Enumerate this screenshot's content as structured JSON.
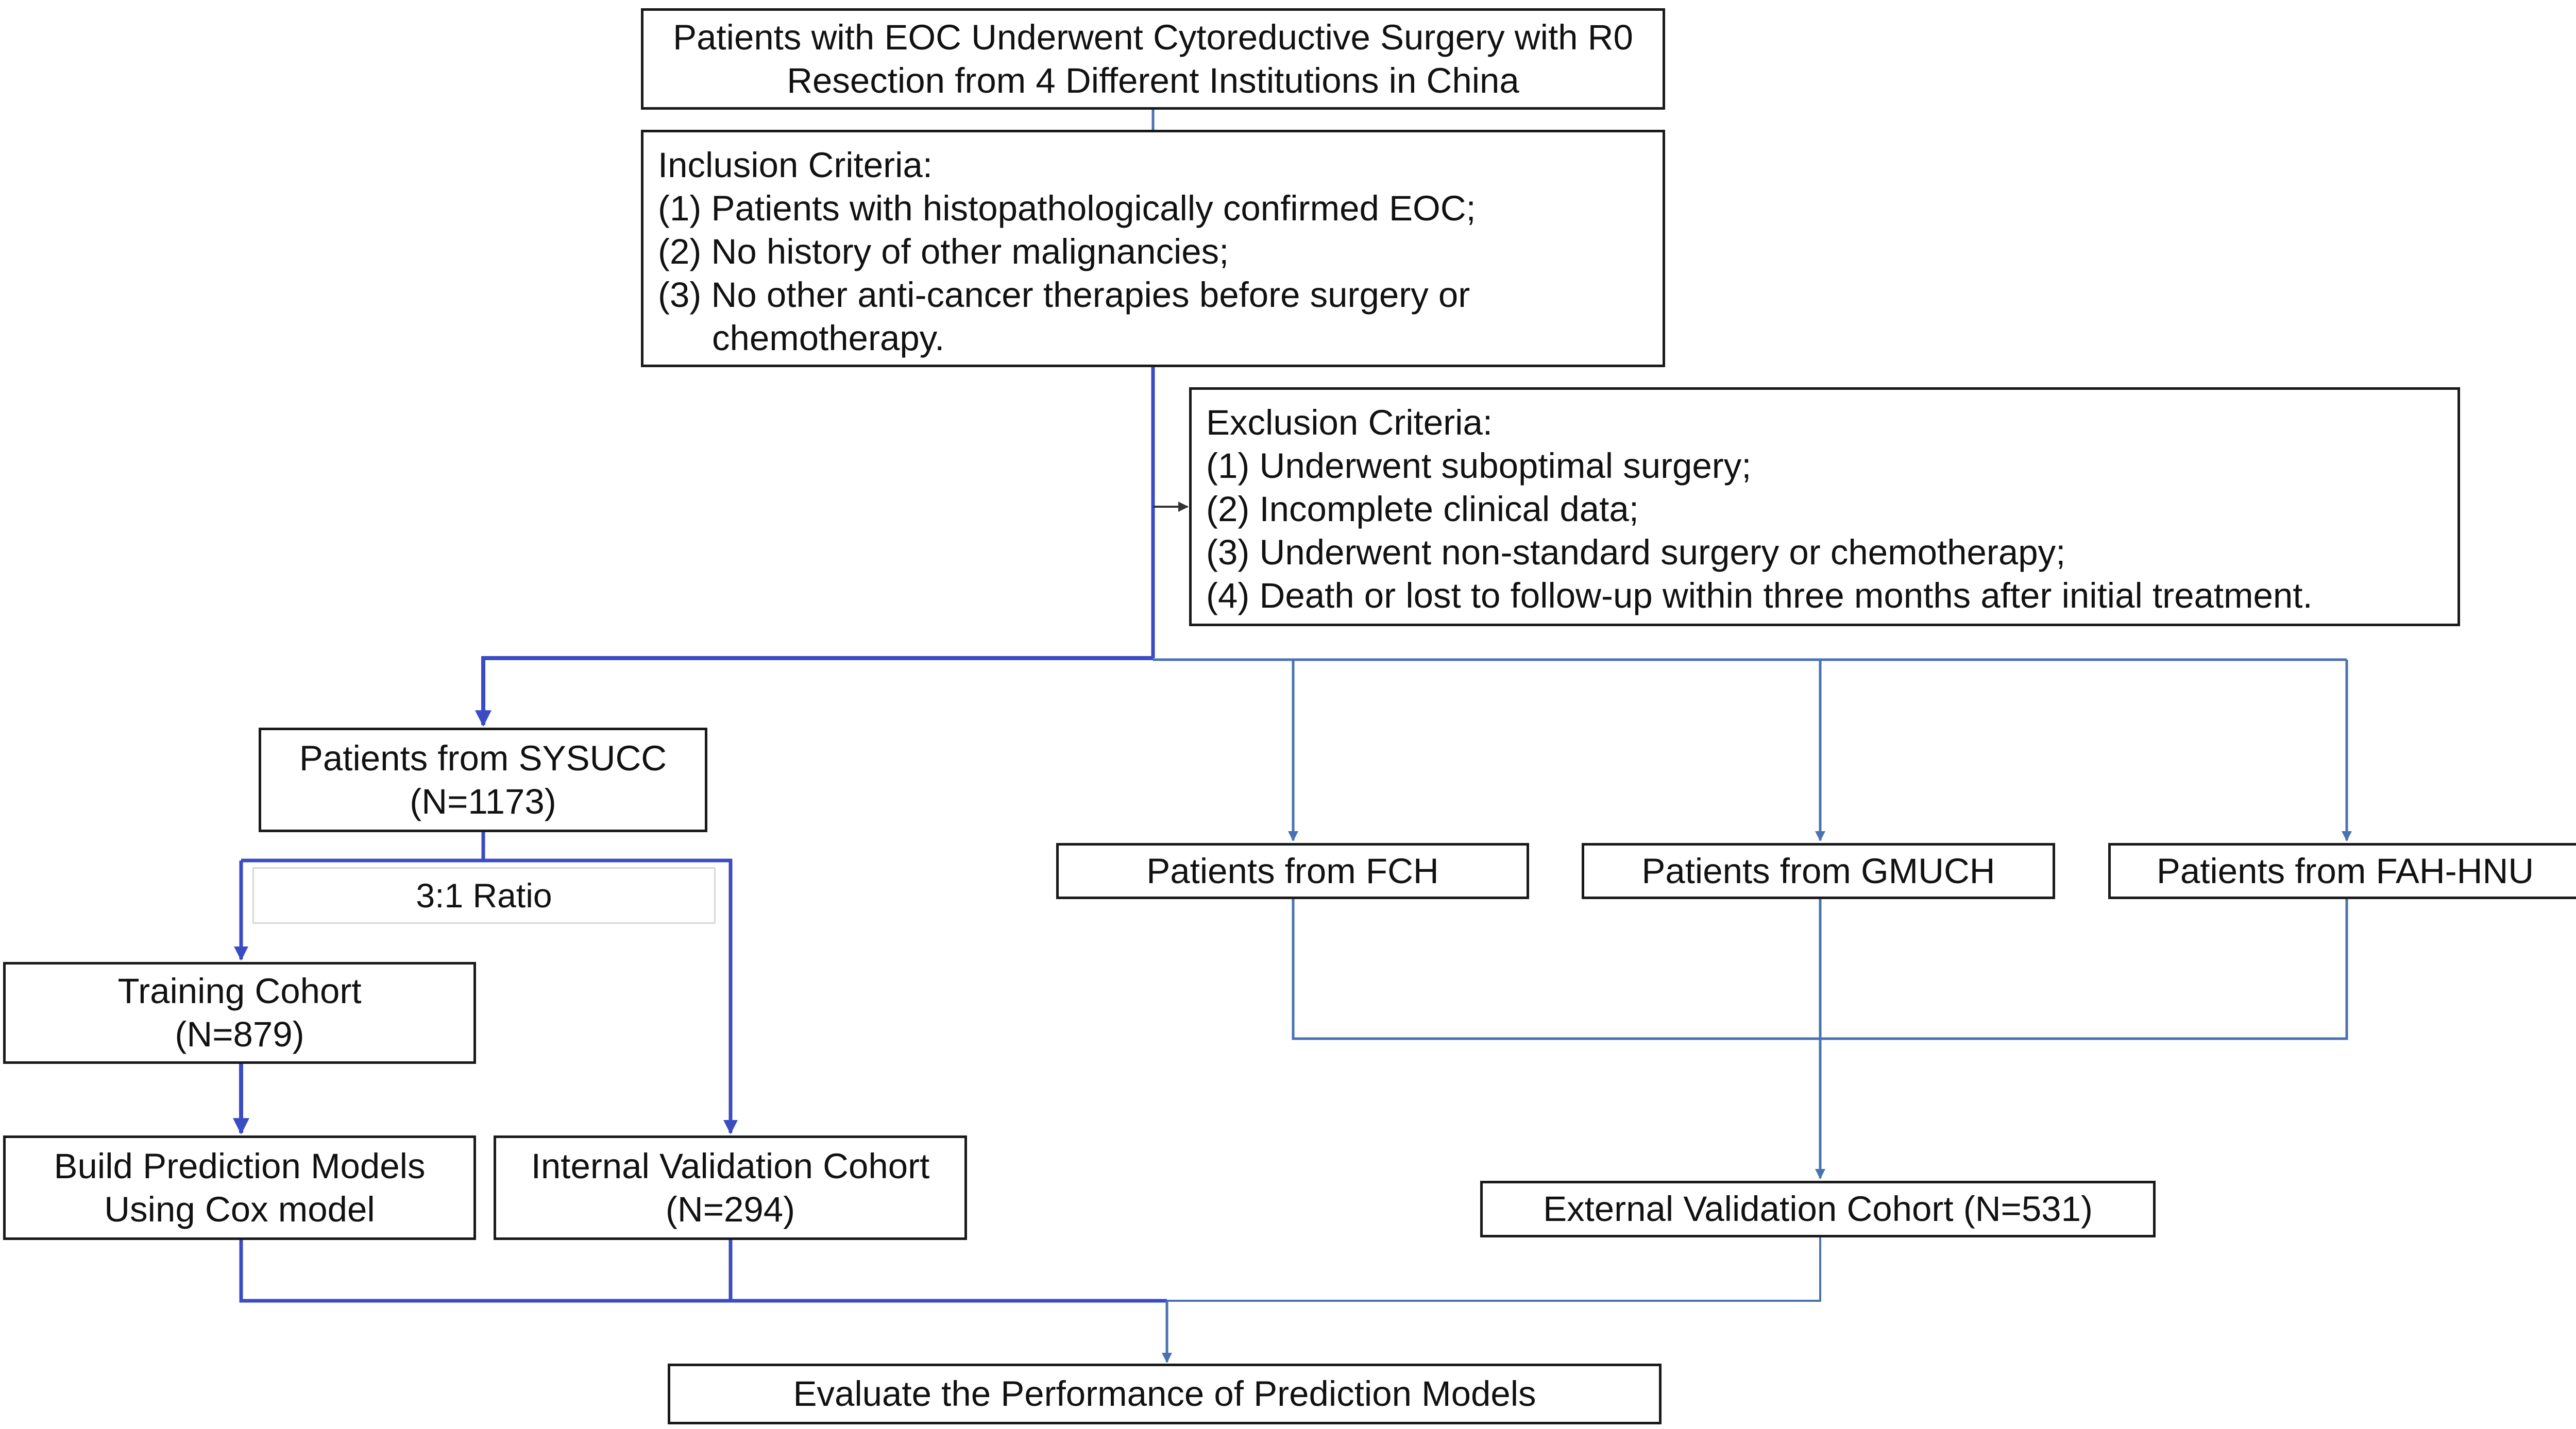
{
  "boxes": {
    "start": {
      "lines": [
        "Patients with EOC Underwent Cytoreductive Surgery with R0",
        "Resection from 4 Different Institutions in China"
      ]
    },
    "inclusion": {
      "title": "Inclusion Criteria:",
      "items": [
        "(1) Patients with histopathologically confirmed EOC;",
        "(2) No history of other malignancies;",
        "(3) No other anti-cancer therapies before surgery or"
      ],
      "continuation": "chemotherapy."
    },
    "exclusion": {
      "title": "Exclusion Criteria:",
      "items": [
        "(1) Underwent suboptimal surgery;",
        "(2) Incomplete clinical data;",
        "(3) Underwent non-standard surgery or chemotherapy;",
        "(4) Death or lost to follow-up within three months after initial treatment."
      ]
    },
    "sysucc": {
      "lines": [
        "Patients from SYSUCC",
        "(N=1173)"
      ]
    },
    "ratio": {
      "label": "3:1 Ratio"
    },
    "training": {
      "lines": [
        "Training Cohort",
        "(N=879)"
      ]
    },
    "build": {
      "lines": [
        "Build Prediction Models",
        "Using Cox model"
      ]
    },
    "internal": {
      "lines": [
        "Internal Validation Cohort",
        "(N=294)"
      ]
    },
    "fch": {
      "label": "Patients from FCH"
    },
    "gmuch": {
      "label": "Patients from GMUCH"
    },
    "fahhnu": {
      "label": "Patients from FAH-HNU"
    },
    "external": {
      "label": "External Validation Cohort (N=531)"
    },
    "evaluate": {
      "label": "Evaluate the Performance of Prediction Models"
    }
  },
  "colors": {
    "dark_arrow": "#3a4bc4",
    "light_arrow": "#4a72b0",
    "small_arrow": "#333333",
    "box_border": "#1a1a1a"
  }
}
